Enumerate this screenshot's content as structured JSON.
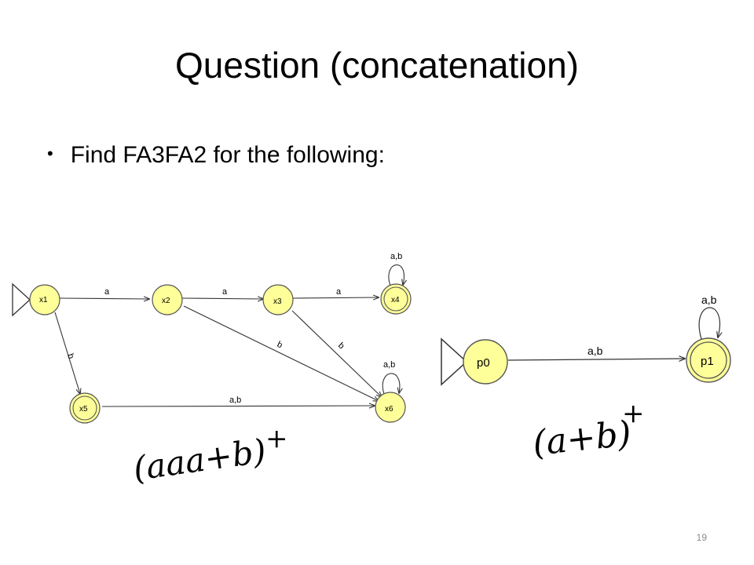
{
  "slide": {
    "title": "Question (concatenation)",
    "bullet": "Find FA3FA2 for the following:",
    "page_number": "19"
  },
  "fa_left": {
    "states": [
      "x1",
      "x2",
      "x3",
      "x4",
      "x5",
      "x6"
    ],
    "start_state": "x1",
    "final_states": [
      "x4",
      "x5"
    ],
    "transitions": [
      {
        "from": "x1",
        "to": "x2",
        "label": "a"
      },
      {
        "from": "x2",
        "to": "x3",
        "label": "a"
      },
      {
        "from": "x3",
        "to": "x4",
        "label": "a"
      },
      {
        "from": "x4",
        "to": "x4",
        "label": "a,b"
      },
      {
        "from": "x1",
        "to": "x5",
        "label": "b"
      },
      {
        "from": "x2",
        "to": "x6",
        "label": "b"
      },
      {
        "from": "x3",
        "to": "x6",
        "label": "b"
      },
      {
        "from": "x5",
        "to": "x6",
        "label": "a,b"
      },
      {
        "from": "x6",
        "to": "x6",
        "label": "a,b"
      }
    ],
    "handwritten_expression": "(aaa+b)",
    "handwritten_superscript": "+"
  },
  "fa_right": {
    "states": [
      "p0",
      "p1"
    ],
    "start_state": "p0",
    "final_states": [
      "p1"
    ],
    "transitions": [
      {
        "from": "p0",
        "to": "p1",
        "label": "a,b"
      },
      {
        "from": "p1",
        "to": "p1",
        "label": "a,b"
      }
    ],
    "handwritten_expression": "(a+b)",
    "handwritten_superscript": "+"
  },
  "colors": {
    "state_fill": "#ffff99",
    "state_stroke": "#555555",
    "text": "#000000",
    "page_number": "#8a8a8a"
  }
}
